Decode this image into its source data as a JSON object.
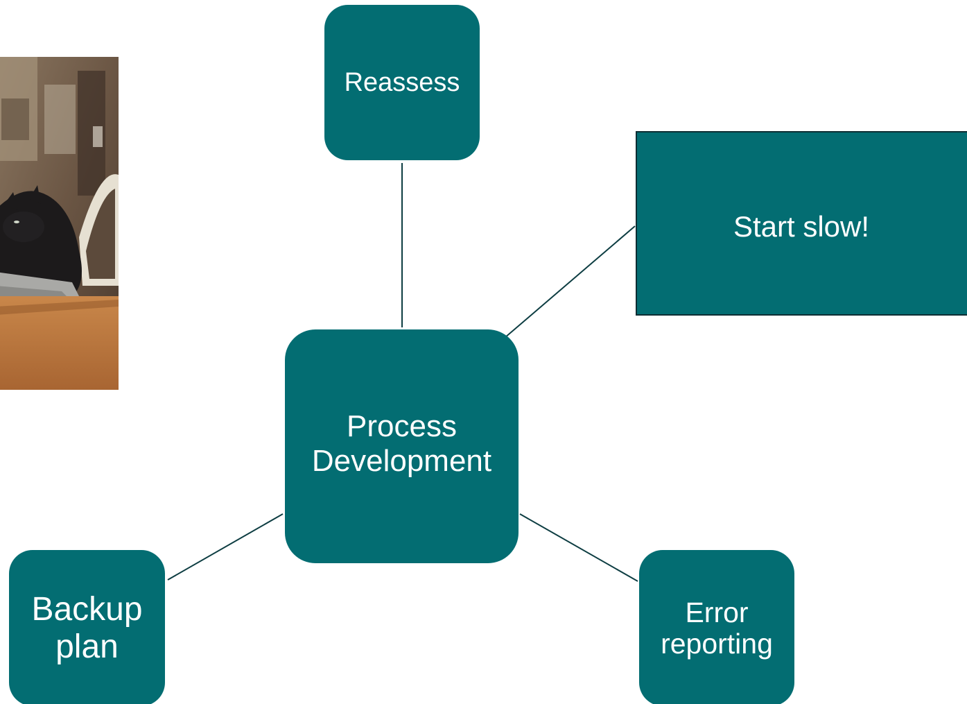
{
  "colors": {
    "node_fill": "#036d72",
    "connector": "#0d3d42",
    "node_text": "#ffffff"
  },
  "nodes": {
    "reassess": "Reassess",
    "center": "Process\nDevelopment",
    "start_slow": "Start slow!",
    "backup_plan": "Backup\nplan",
    "error_reporting": "Error\nreporting"
  },
  "photo": {
    "subject": "cat typing on a laptop at a wooden table"
  }
}
